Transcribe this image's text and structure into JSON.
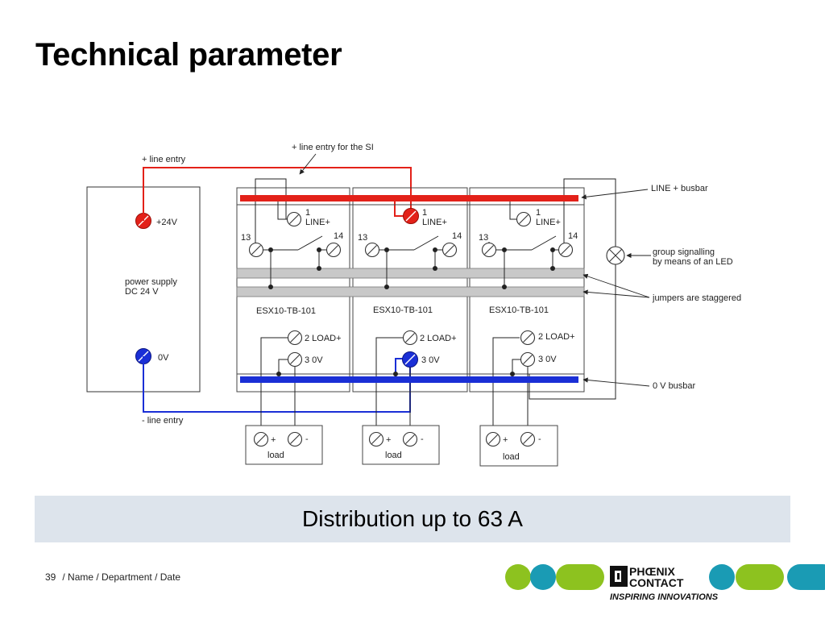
{
  "slide": {
    "title": "Technical parameter",
    "caption": "Distribution up to 63 A",
    "page_number": "39",
    "footer": "/ Name / Department / Date"
  },
  "diagram": {
    "annotations": {
      "line_entry_plus": "+ line entry",
      "line_entry_si": "+ line entry for the SI",
      "line_busbar": "LINE + busbar",
      "group_signalling_1": "group signalling",
      "group_signalling_2": "by means of an LED",
      "jumpers": "jumpers are staggered",
      "zero_busbar": "0 V busbar",
      "line_entry_minus": "- line entry"
    },
    "power_supply": {
      "label_1": "power supply",
      "label_2": "DC 24 V",
      "plus_terminal": "+24V",
      "zero_terminal": "0V"
    },
    "modules": [
      {
        "name": "ESX10-TB-101",
        "t1_num": "1",
        "t1_label": "LINE+",
        "t13": "13",
        "t14": "14",
        "t2": "2 LOAD+",
        "t3": "3 0V",
        "load_plus": "+",
        "load_minus": "-",
        "load_label": "load"
      },
      {
        "name": "ESX10-TB-101",
        "t1_num": "1",
        "t1_label": "LINE+",
        "t13": "13",
        "t14": "14",
        "t2": "2 LOAD+",
        "t3": "3 0V",
        "load_plus": "+",
        "load_minus": "-",
        "load_label": "load"
      },
      {
        "name": "ESX10-TB-101",
        "t1_num": "1",
        "t1_label": "LINE+",
        "t13": "13",
        "t14": "14",
        "t2": "2 LOAD+",
        "t3": "3 0V",
        "load_plus": "+",
        "load_minus": "-",
        "load_label": "load"
      }
    ],
    "colors": {
      "positive": "#e32119",
      "negative": "#1a2fd6",
      "jumper": "#c8c8c8",
      "line": "#222222"
    }
  },
  "brand": {
    "logo_line_1": "PHŒNIX",
    "logo_line_2": "CONTACT",
    "tagline": "INSPIRING INNOVATIONS",
    "colors": {
      "green": "#8dc21f",
      "teal": "#1a9bb4",
      "dark": "#111111"
    }
  }
}
